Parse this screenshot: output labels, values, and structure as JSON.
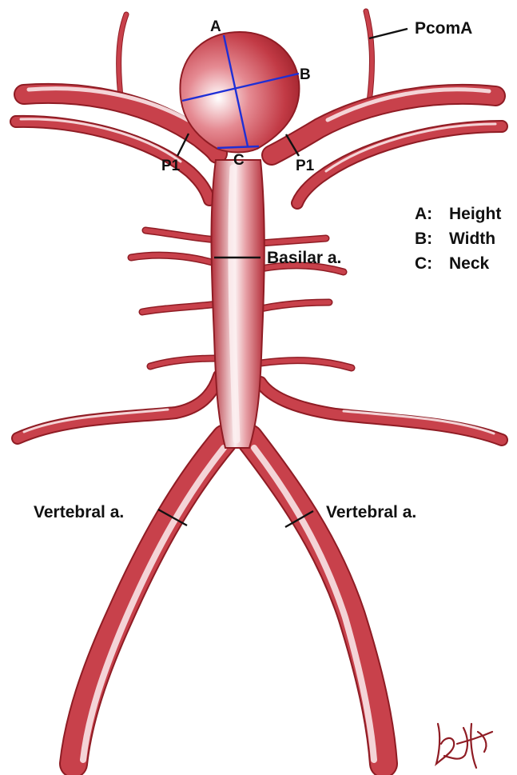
{
  "labels": {
    "a": "A",
    "b": "B",
    "c": "C",
    "pcoma": "PcomA",
    "p1_left": "P1",
    "p1_right": "P1",
    "basilar": "Basilar a.",
    "vertebral_left": "Vertebral a.",
    "vertebral_right": "Vertebral a."
  },
  "legend": [
    {
      "key": "A:",
      "text": "Height"
    },
    {
      "key": "B:",
      "text": "Width"
    },
    {
      "key": "C:",
      "text": "Neck"
    }
  ],
  "signature": "BH",
  "colors": {
    "vessel": "#c8414b",
    "vessel_dark": "#8f1c24",
    "highlight": "#fbeff0",
    "measure_line": "#1e2fd6",
    "leader_line": "#111111",
    "background": "#ffffff"
  }
}
